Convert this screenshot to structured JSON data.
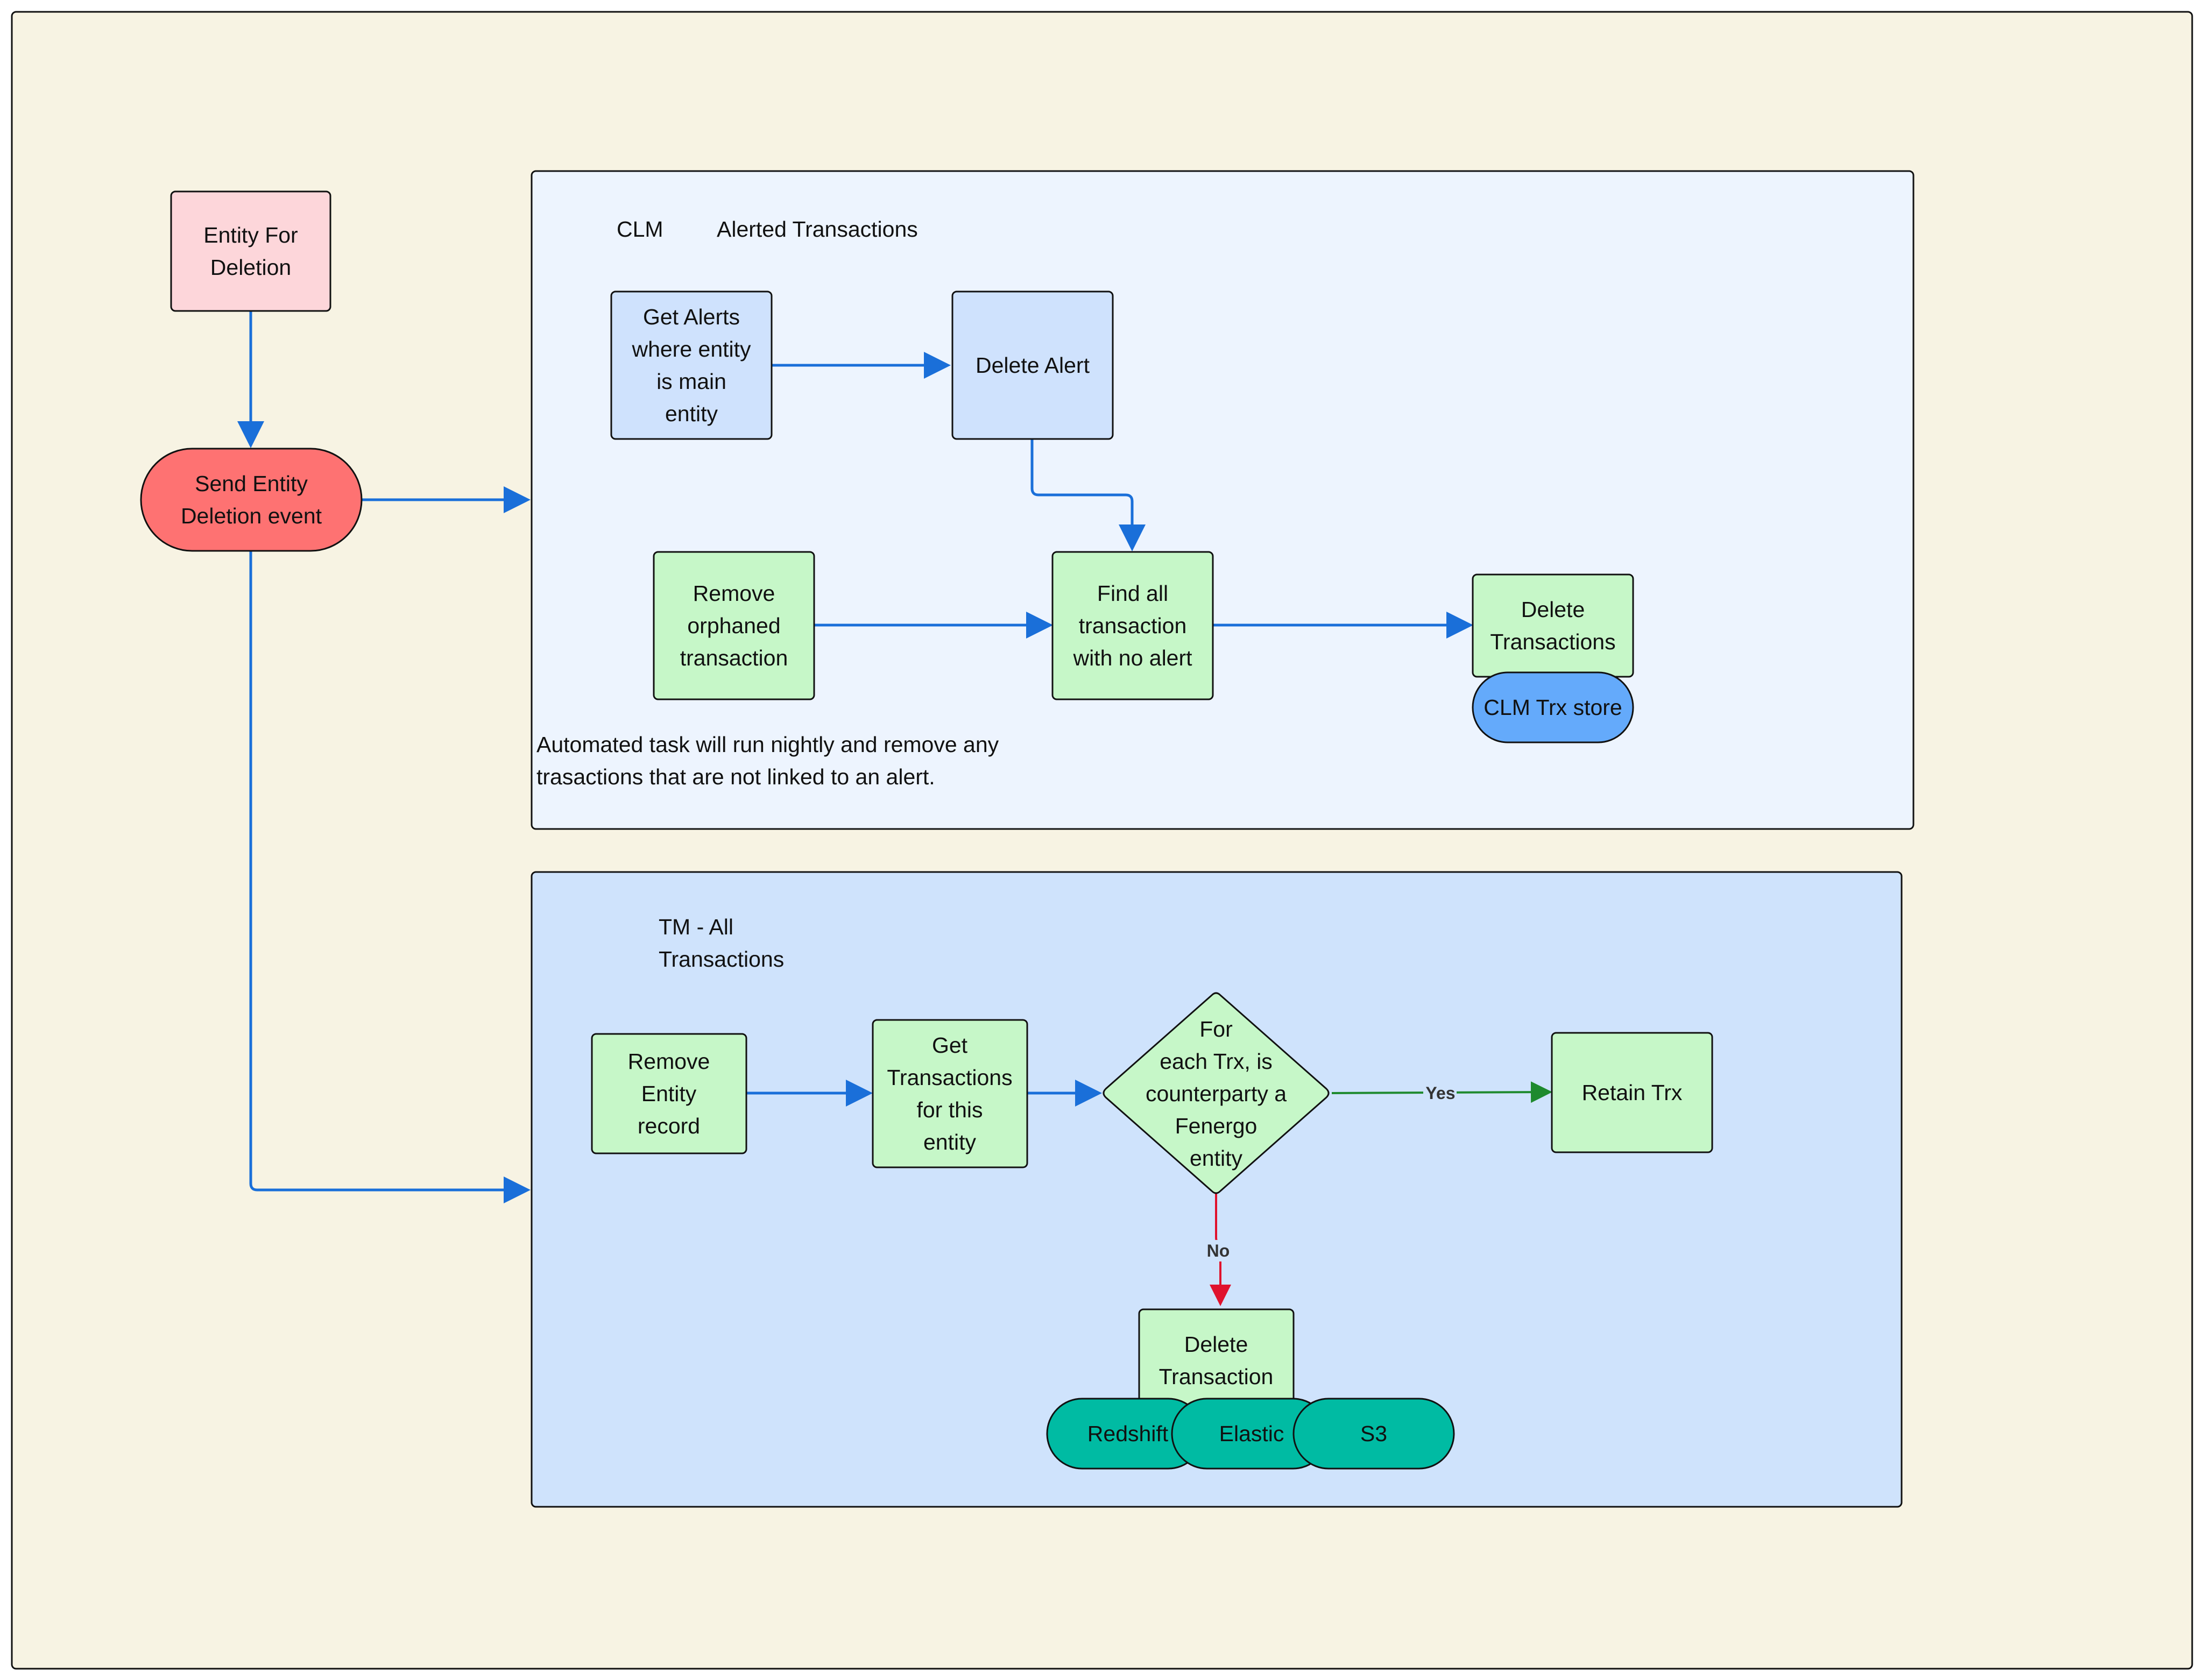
{
  "colors": {
    "background": "#f7f3e3",
    "clm_group": "#edf4fe",
    "tm_group": "#cfe3fc",
    "entity_box": "#fdd6da",
    "event_oval": "#fe7272",
    "blue_box": "#cfe2fd",
    "green_box": "#c6f7c8",
    "db_blue": "#64aafb",
    "db_teal": "#00bba3",
    "edge_blue": "#1a6fd9",
    "edge_green": "#1e8a2e",
    "edge_red": "#e0122d"
  },
  "groups": {
    "clm": {
      "title_left": "CLM",
      "title_right": "Alerted Transactions",
      "note_line1": "Automated task will run nightly and remove any",
      "note_line2": "trasactions that are not linked to an alert."
    },
    "tm": {
      "title_line1": "TM - All",
      "title_line2": "Transactions"
    }
  },
  "nodes": {
    "entity_for_deletion": [
      "Entity For",
      "Deletion"
    ],
    "send_entity_deletion": [
      "Send Entity",
      "Deletion event"
    ],
    "get_alerts": [
      "Get Alerts",
      "where entity",
      "is main",
      "entity"
    ],
    "delete_alert": [
      "Delete Alert"
    ],
    "remove_orphaned": [
      "Remove",
      "orphaned",
      "transaction"
    ],
    "find_all": [
      "Find all",
      "transaction",
      "with no alert"
    ],
    "delete_transactions": [
      "Delete",
      "Transactions"
    ],
    "clm_trx_store": [
      "CLM Trx store"
    ],
    "remove_entity_record": [
      "Remove",
      "Entity",
      "record"
    ],
    "get_transactions": [
      "Get",
      "Transactions",
      "for this",
      "entity"
    ],
    "decision": [
      "For",
      "each Trx, is",
      "counterparty a",
      "Fenergo",
      "entity"
    ],
    "retain_trx": [
      "Retain Trx"
    ],
    "delete_transaction": [
      "Delete",
      "Transaction"
    ],
    "redshift": [
      "Redshift"
    ],
    "elastic": [
      "Elastic"
    ],
    "s3": [
      "S3"
    ]
  },
  "edge_labels": {
    "yes": "Yes",
    "no": "No"
  }
}
